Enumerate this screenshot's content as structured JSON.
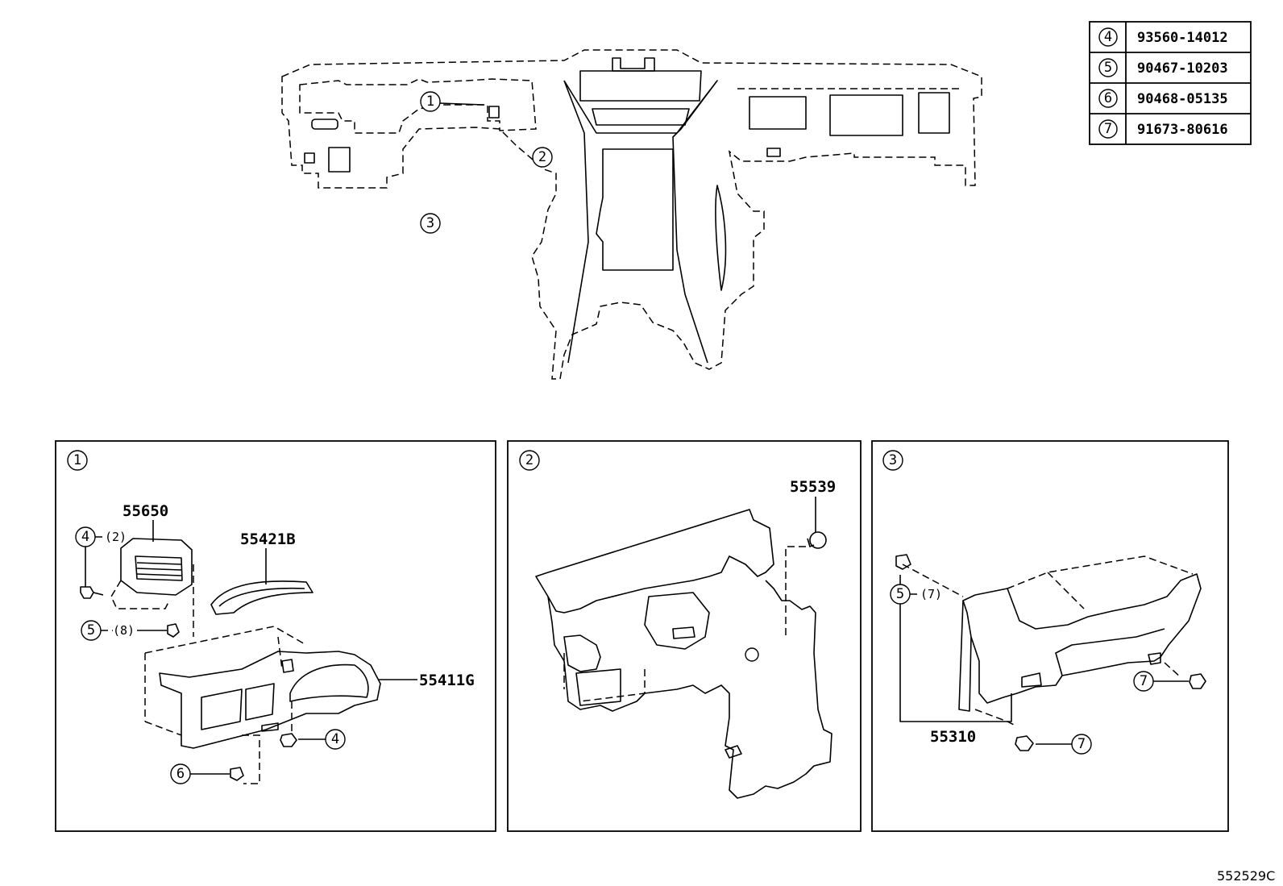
{
  "parts_table": [
    {
      "ref": "4",
      "part_no": "93560-14012"
    },
    {
      "ref": "5",
      "part_no": "90467-10203"
    },
    {
      "ref": "6",
      "part_no": "90468-05135"
    },
    {
      "ref": "7",
      "part_no": "91673-80616"
    }
  ],
  "overview": {
    "callouts": [
      {
        "num": "1"
      },
      {
        "num": "2"
      },
      {
        "num": "3"
      }
    ]
  },
  "panels": [
    {
      "num": "1",
      "parts": [
        "55650",
        "55421B",
        "55411G"
      ],
      "fasteners": [
        {
          "num": "4",
          "qty": "(2)"
        },
        {
          "num": "5",
          "qty": "(8)"
        },
        {
          "num": "4",
          "qty": ""
        },
        {
          "num": "6",
          "qty": ""
        }
      ]
    },
    {
      "num": "2",
      "parts": [
        "55539"
      ]
    },
    {
      "num": "3",
      "parts": [
        "55310"
      ],
      "fasteners": [
        {
          "num": "5",
          "qty": "(7)"
        },
        {
          "num": "7",
          "qty": ""
        },
        {
          "num": "7",
          "qty": ""
        }
      ]
    }
  ],
  "diagram_code": "552529C"
}
